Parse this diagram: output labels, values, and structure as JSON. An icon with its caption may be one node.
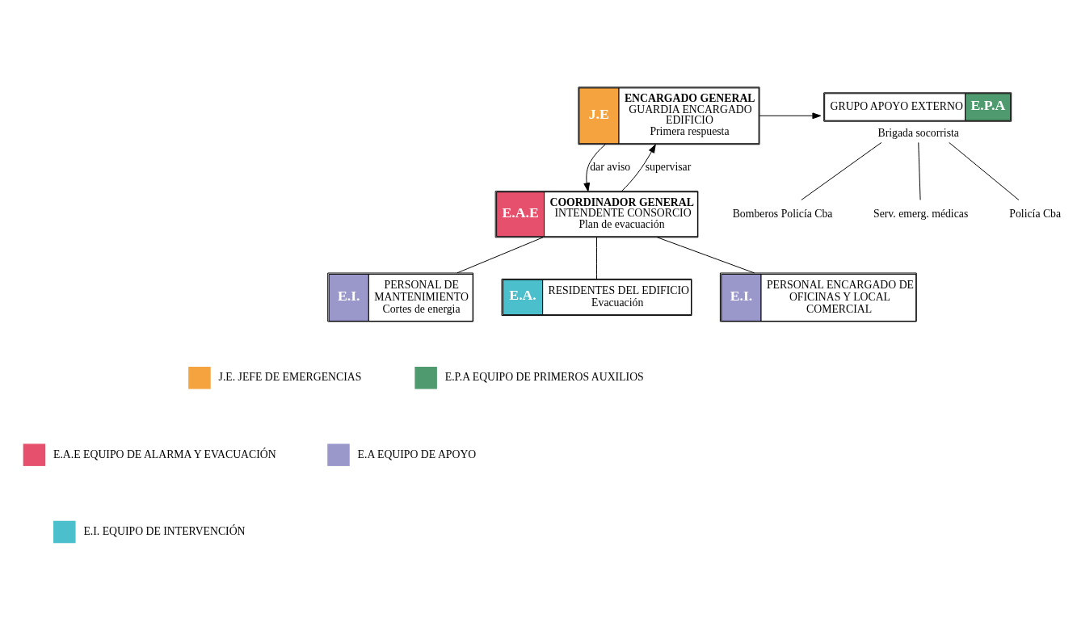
{
  "diagram": {
    "nodes": [
      {
        "text": [
          "J.E",
          "ENCARGADO GENERAL",
          "GUARDIA ENCARGADO EDIFICIO",
          "Primera respuesta"
        ]
      },
      {
        "text": [
          "GRUPO APOYO EXTERNO",
          "E.P.A"
        ],
        "beside": [
          "Brigada socorrista"
        ]
      },
      {
        "text": [
          "E.A.E",
          "COORDINADOR GENERAL",
          "INTENDENTE CONSORCIO",
          "Plan de evacuación"
        ]
      },
      {
        "text": [
          "E.I.",
          "PERSONAL DE MANTENIMIENTO",
          "Cortes de energia"
        ]
      },
      {
        "text": [
          "E.A.",
          "RESIDENTES DEL EDIFICIO",
          "Evacuación"
        ]
      },
      {
        "text": [
          "E.I.",
          "PERSONAL ENCARGADO DE OFICINAS Y LOCAL COMERCIAL"
        ]
      },
      {
        "text": [
          "Bomberos Policía Cba"
        ]
      },
      {
        "text": [
          "Serv. emerg. médicas"
        ]
      },
      {
        "text": [
          "Policía Cba"
        ]
      }
    ],
    "edges": [
      {
        "from": 0,
        "to": 1,
        "arrow": "to"
      },
      {
        "from": 2,
        "to": 0,
        "arrow": "to",
        "label": "supervisar"
      },
      {
        "from": 0,
        "to": 2,
        "arrow": "to",
        "label": "dar aviso"
      },
      {
        "from": 2,
        "to": 3,
        "arrow": "none"
      },
      {
        "from": 2,
        "to": 4,
        "arrow": "none"
      },
      {
        "from": 2,
        "to": 5,
        "arrow": "none"
      },
      {
        "from": 1,
        "to": 6,
        "arrow": "none"
      },
      {
        "from": 1,
        "to": 7,
        "arrow": "none"
      },
      {
        "from": 1,
        "to": 8,
        "arrow": "none"
      }
    ],
    "legend": [
      {
        "text": "J.E. JEFE DE EMERGENCIAS",
        "color": "#f5a33f"
      },
      {
        "text": "E.P.A EQUIPO DE PRIMEROS AUXILIOS",
        "color": "#4f9a6e"
      },
      {
        "text": "E.A.E EQUIPO DE ALARMA Y EVACUACIÓN",
        "color": "#e6506c"
      },
      {
        "text": "E.A EQUIPO DE APOYO",
        "color": "#9a97cb"
      },
      {
        "text": "E.I. EQUIPO DE INTERVENCIÓN",
        "color": "#4bbfcb"
      }
    ]
  }
}
